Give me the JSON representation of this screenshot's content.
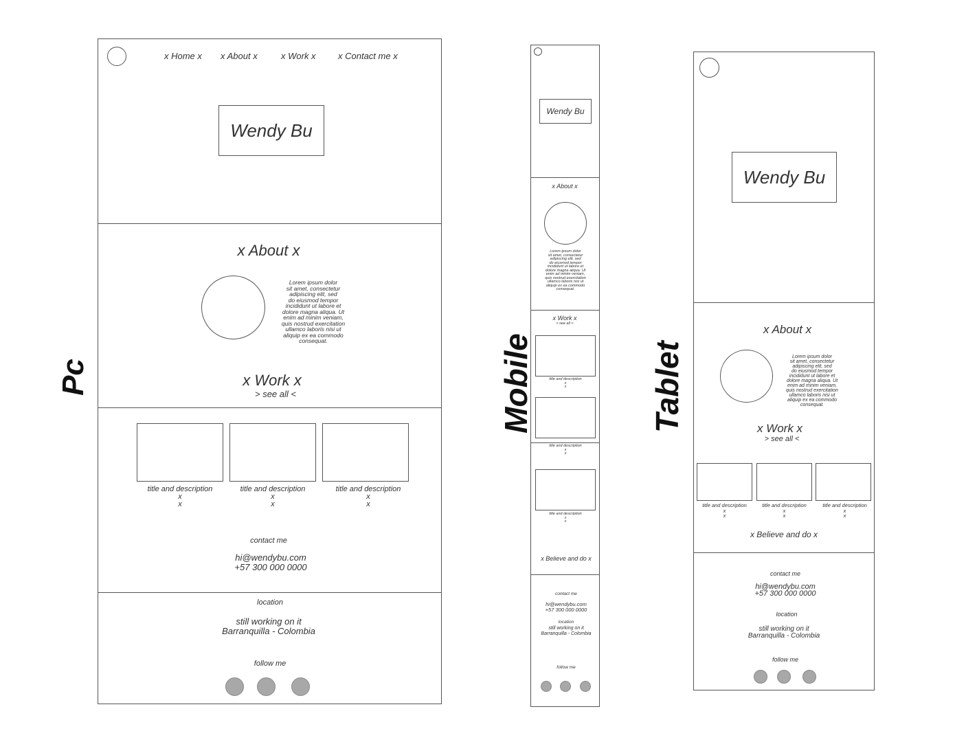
{
  "labels": {
    "pc": "Pc",
    "mobile": "Mobile",
    "tablet": "Tablet"
  },
  "brand": "Wendy Bu",
  "nav": {
    "home": "x Home x",
    "about": "x About x",
    "work": "x Work x",
    "contact": "x Contact me x"
  },
  "about": {
    "heading": "x About x",
    "lorem": [
      "Lorem ipsum dolor",
      "sit amet, consectetur",
      "adipiscing elit, sed",
      "do eiusmod tempor",
      "incididunt ut labore et",
      "dolore magna aliqua. Ut",
      "enim ad minim veniam,",
      "quis nostrud exercitation",
      "ullamco laboris nisi ut",
      "aliquip ex ea commodo",
      "consequat."
    ]
  },
  "work": {
    "heading": "x Work x",
    "see_all": "> see all <",
    "card_title": "title and description",
    "card_x": "x"
  },
  "believe": "x Believe and do x",
  "contact": {
    "heading": "contact me",
    "email": "hi@wendybu.com",
    "phone": "+57 300 000 0000"
  },
  "location": {
    "heading": "location",
    "line1": "still working on it",
    "line2": "Barranquilla - Colombia"
  },
  "follow": {
    "heading": "follow me"
  },
  "colors": {
    "stroke": "#555555",
    "social_dot": "#a8a8a8"
  }
}
